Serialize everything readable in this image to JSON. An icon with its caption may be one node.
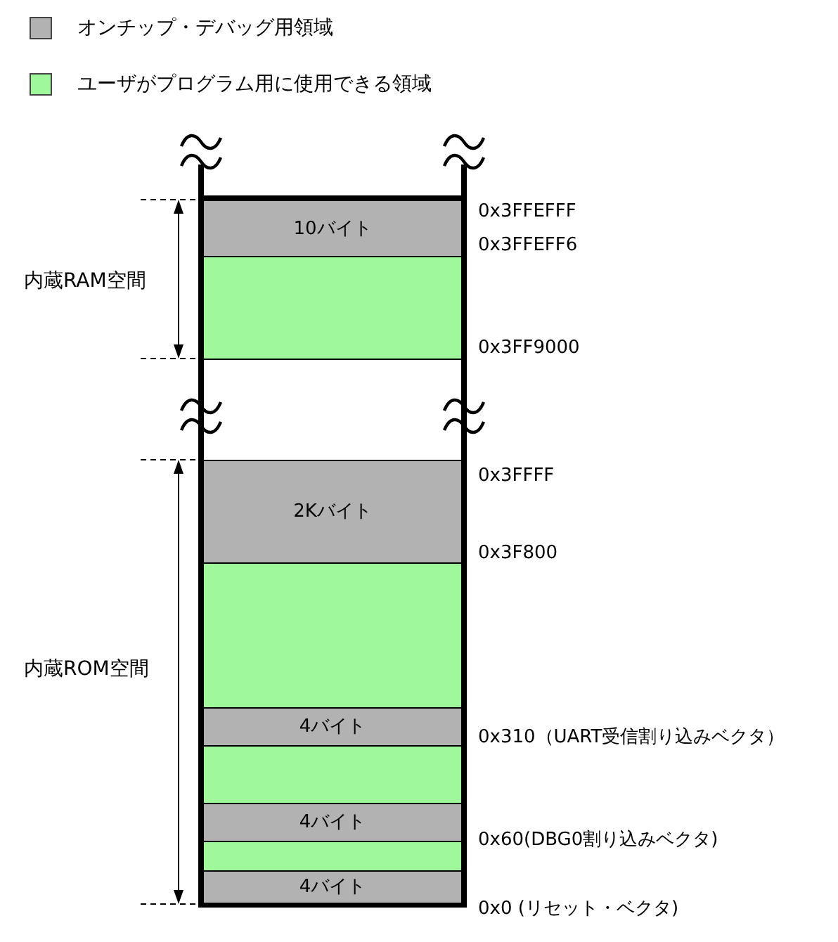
{
  "diagram": {
    "nodes": [
      {
        "text": [
          "10バイト"
        ],
        "beside": [
          "0x3FFEFFF",
          "0x3FFEFF6"
        ]
      },
      {
        "text": [],
        "shape": "box",
        "beside": [
          "0x3FF9000"
        ]
      },
      {
        "text": [
          "2Kバイト"
        ],
        "beside": [
          "0x3FFFF",
          "0x3F800"
        ]
      },
      {
        "text": [],
        "shape": "box"
      },
      {
        "text": [
          "4バイト"
        ],
        "beside": [
          "0x310（UART受信割り込みベクタ）"
        ]
      },
      {
        "text": [],
        "shape": "box"
      },
      {
        "text": [
          "4バイト"
        ],
        "beside": [
          "0x60(DBG0割り込みベクタ)"
        ]
      },
      {
        "text": [],
        "shape": "box"
      },
      {
        "text": [
          "4バイト"
        ],
        "beside": [
          "0x0 (リセット・ベクタ)"
        ]
      }
    ],
    "labels": [
      "内蔵RAM空間",
      "内蔵ROM空間"
    ],
    "legend": [
      {
        "text": "オンチップ・デバッグ用領域",
        "color": "#b2b2b2"
      },
      {
        "text": "ユーザがプログラム用に使用できる領域",
        "color": "#9ff99a"
      }
    ]
  }
}
